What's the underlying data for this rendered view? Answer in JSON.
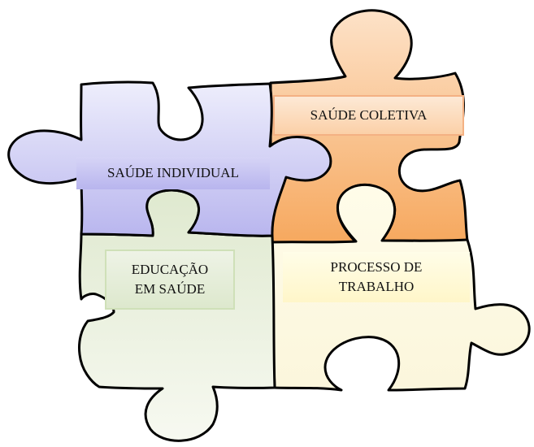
{
  "diagram": {
    "pieces": [
      {
        "id": "saude-coletiva",
        "label": "SAÚDE COLETIVA",
        "fill_top": "#fde2c8",
        "fill_bottom": "#f6a85e"
      },
      {
        "id": "saude-individual",
        "label": "SAÚDE INDIVIDUAL",
        "fill_top": "#eeeefc",
        "fill_bottom": "#b9b6ee"
      },
      {
        "id": "educacao-em-saude",
        "label_line1": "EDUCAÇÃO",
        "label_line2": "EM SAÚDE",
        "fill_top": "#dfe9cf",
        "fill_bottom": "#f7f9f1"
      },
      {
        "id": "processo-de-trabalho",
        "label_line1": "PROCESSO DE",
        "label_line2": "TRABALHO",
        "fill_top": "#fffce9",
        "fill_bottom": "#fbf6dc"
      }
    ],
    "outline_color": "#000000"
  }
}
